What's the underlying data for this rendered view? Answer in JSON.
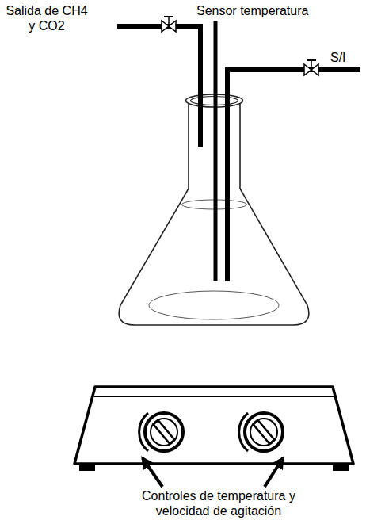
{
  "diagram": {
    "labels": [
      "Salida de CH4 y CO2",
      "Sensor temperatura",
      "S/I",
      "Controles de temperatura y velocidad de agitación"
    ]
  }
}
